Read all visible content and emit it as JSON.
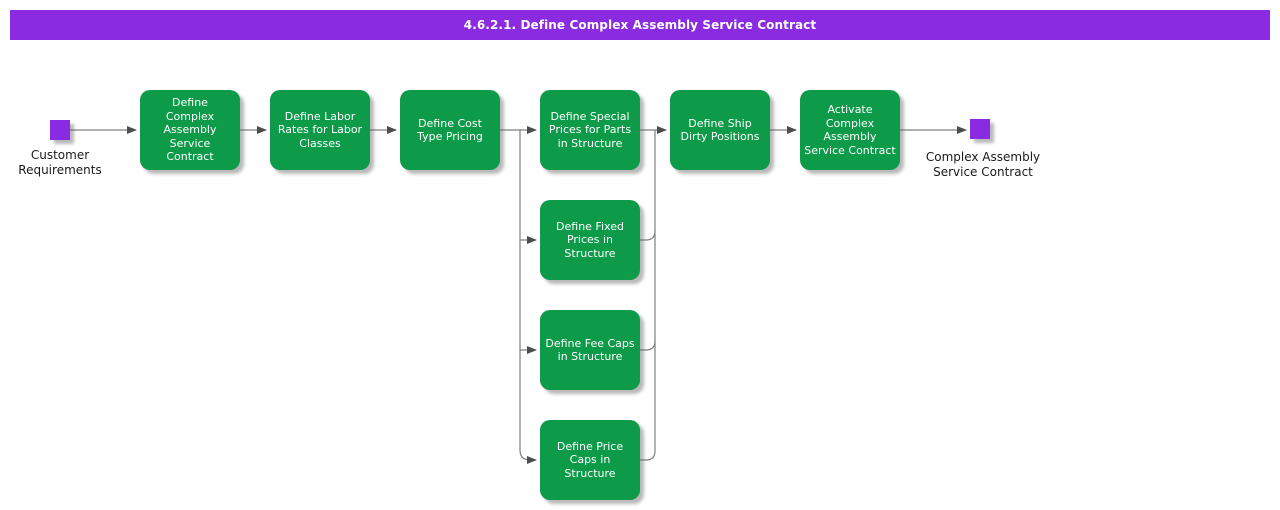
{
  "title_bar": {
    "label": "4.6.2.1. Define Complex Assembly Service Contract",
    "background_color": "#8a2be2",
    "text_color": "#ffffff"
  },
  "start_event": {
    "label": "Customer\nRequirements",
    "color": "#8a2be2"
  },
  "end_event": {
    "label": "Complex Assembly\nService Contract",
    "color": "#8a2be2"
  },
  "tasks": [
    {
      "id": "define-complex-assembly-service-contract",
      "label": "Define\nComplex\nAssembly\nService\nContract"
    },
    {
      "id": "define-labor-rates-for-labor-classes",
      "label": "Define Labor\nRates for Labor\nClasses"
    },
    {
      "id": "define-cost-type-pricing",
      "label": "Define Cost\nType Pricing"
    },
    {
      "id": "define-special-prices-for-parts",
      "label": "Define Special\nPrices for Parts\nin Structure"
    },
    {
      "id": "define-ship-dirty-positions",
      "label": "Define Ship\nDirty Positions"
    },
    {
      "id": "activate-complex-assembly-service-contract",
      "label": "Activate\nComplex\nAssembly\nService Contract"
    },
    {
      "id": "define-fixed-prices-in-structure",
      "label": "Define Fixed\nPrices in\nStructure"
    },
    {
      "id": "define-fee-caps-in-structure",
      "label": "Define Fee Caps\nin Structure"
    },
    {
      "id": "define-price-caps-in-structure",
      "label": "Define Price\nCaps in\nStructure"
    }
  ],
  "colors": {
    "task_fill": "#0d9b49",
    "task_text": "#ffffff",
    "connector": "#7f7f7f",
    "arrowhead": "#4d4d4d",
    "event_fill": "#8a2be2",
    "label_text": "#1a1a1a"
  }
}
